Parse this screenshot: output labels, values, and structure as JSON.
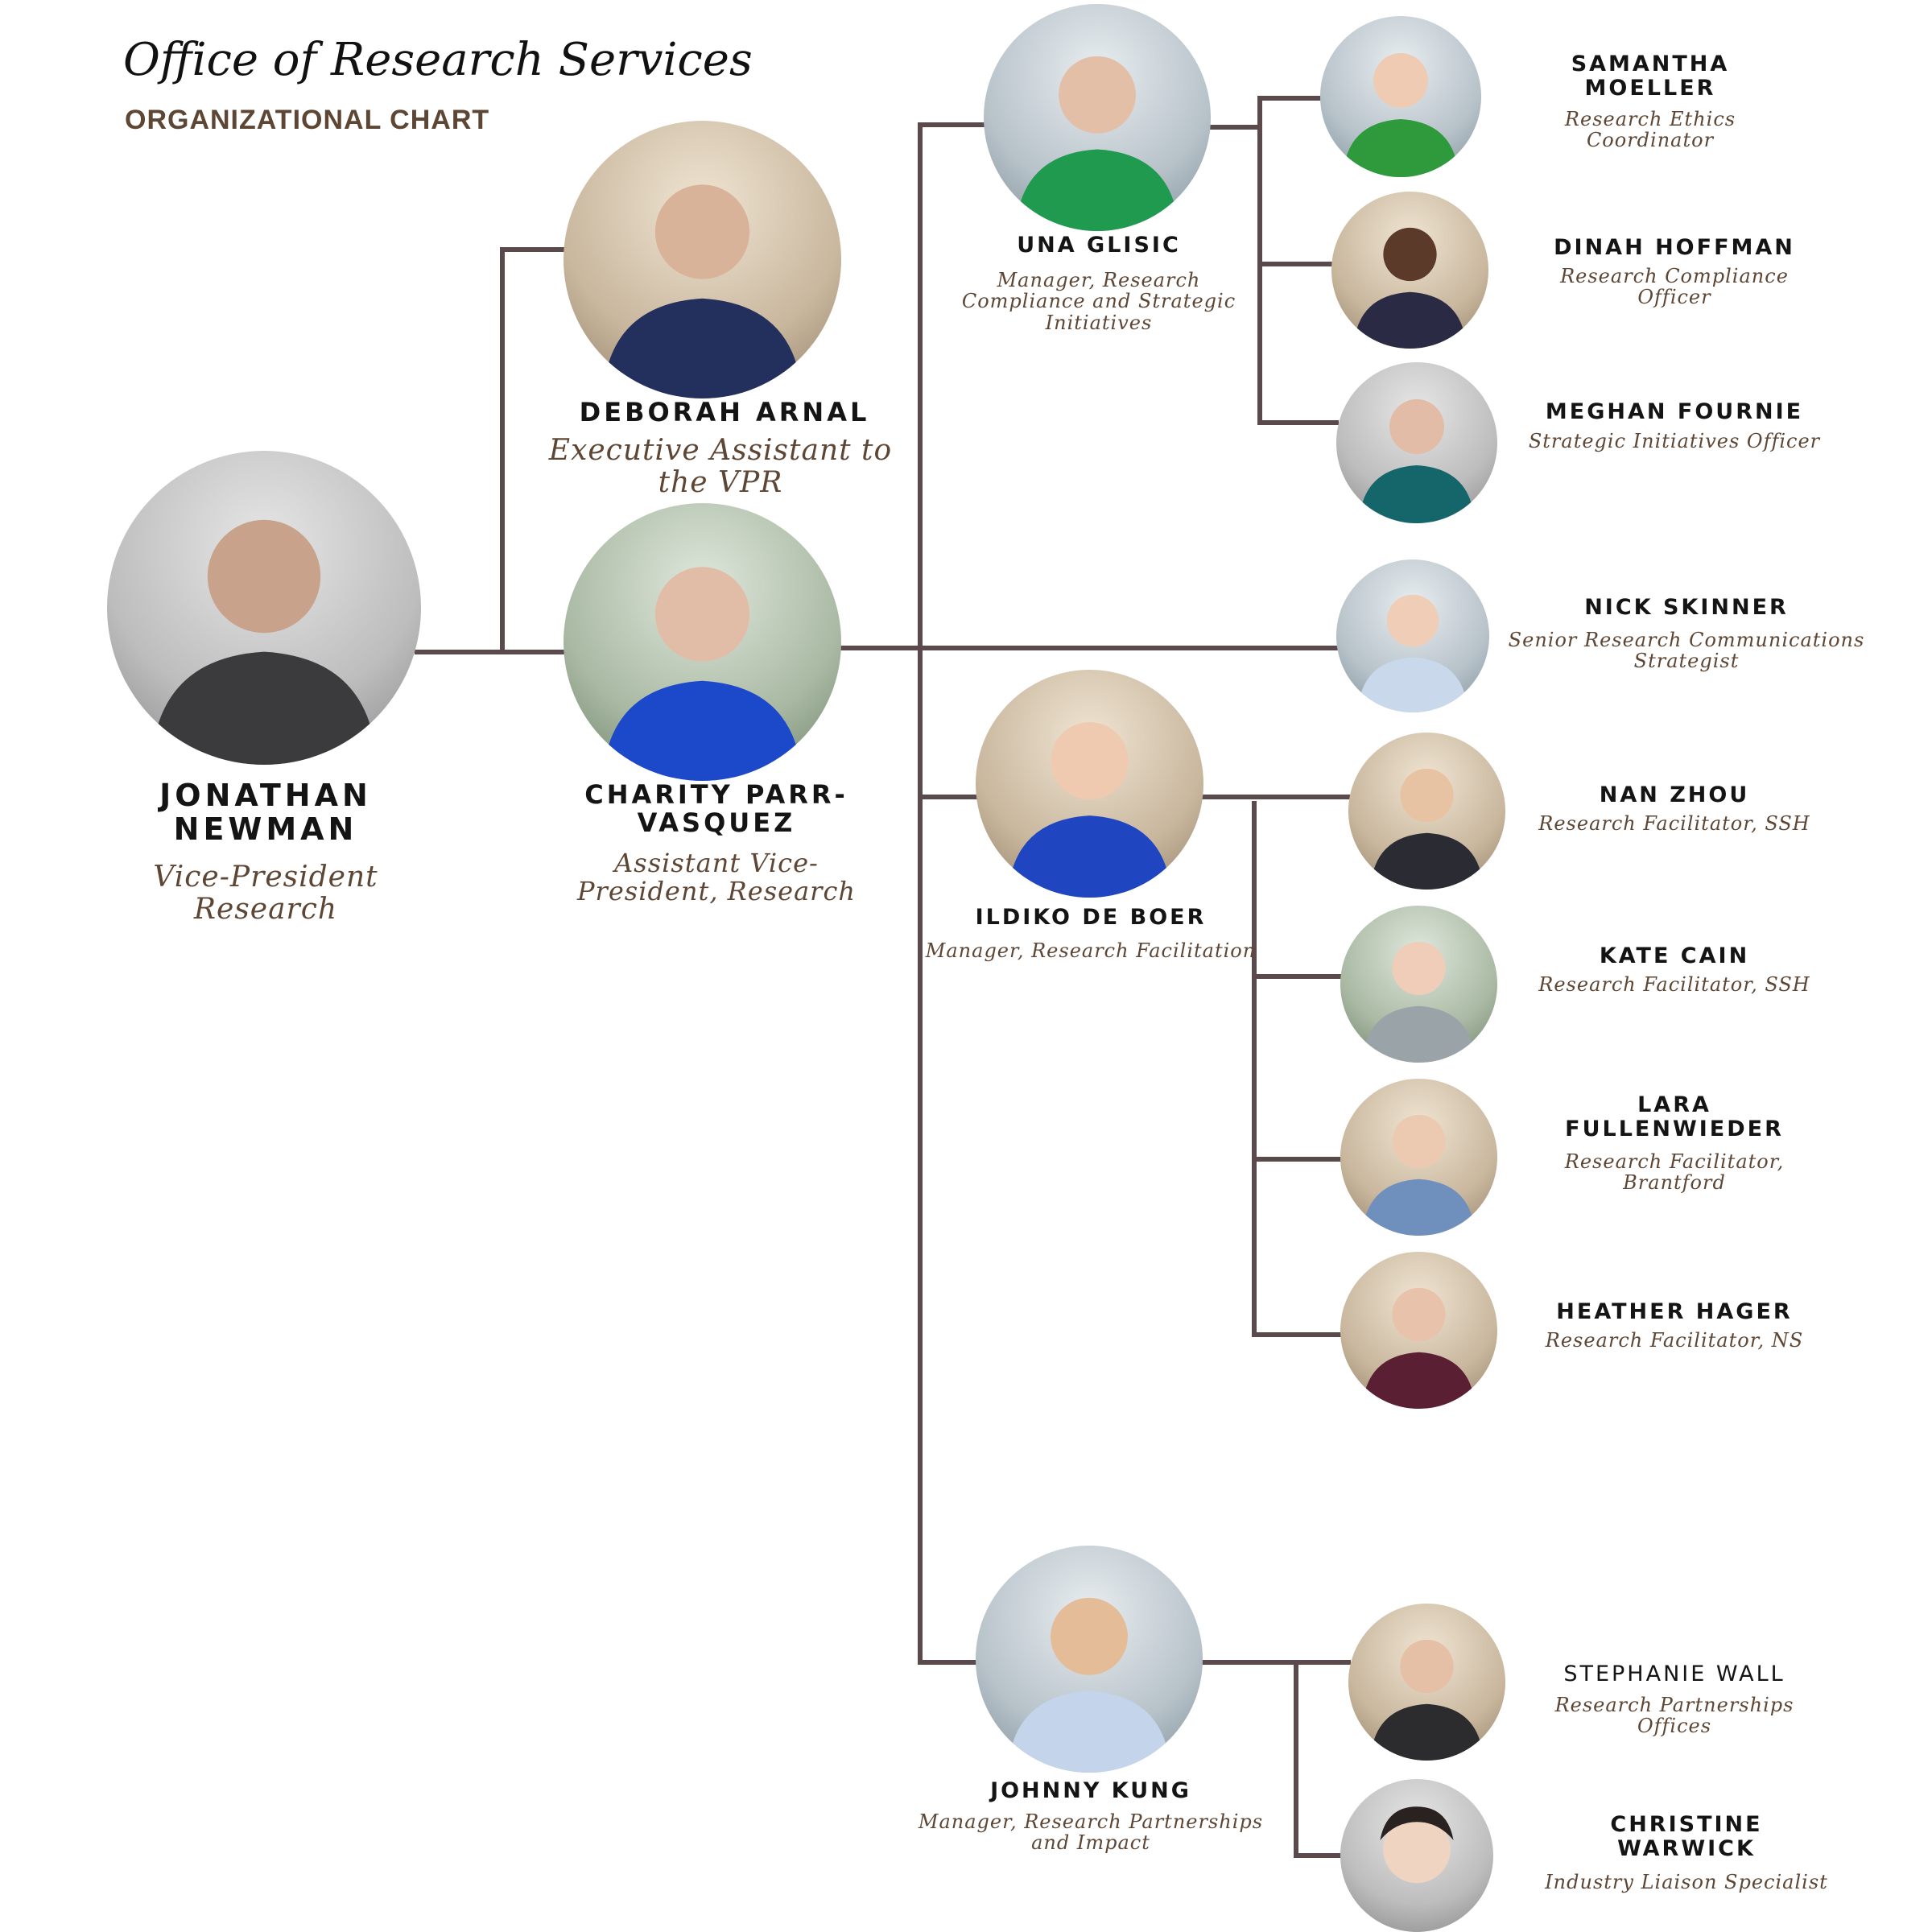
{
  "header": {
    "title": "Office of Research Services",
    "subtitle": "ORGANIZATIONAL CHART"
  },
  "colors": {
    "connector": "#5a4a4c",
    "name_text": "#141414",
    "role_text": "#5e4634"
  },
  "people": [
    {
      "id": "jonathan-newman",
      "name": "JONATHAN NEWMAN",
      "role": "Vice-President Research",
      "icon": "person-photo"
    },
    {
      "id": "deborah-arnal",
      "name": "DEBORAH ARNAL",
      "role": "Executive Assistant to the VPR",
      "icon": "person-photo"
    },
    {
      "id": "charity-parr-vasquez",
      "name": "CHARITY PARR-VASQUEZ",
      "role": "Assistant Vice-President, Research",
      "icon": "person-photo"
    },
    {
      "id": "una-glisic",
      "name": "UNA GLISIC",
      "role": "Manager, Research Compliance and Strategic Initiatives",
      "icon": "person-photo"
    },
    {
      "id": "samantha-moeller",
      "name": "SAMANTHA MOELLER",
      "role": "Research Ethics Coordinator",
      "icon": "person-photo"
    },
    {
      "id": "dinah-hoffman",
      "name": "DINAH HOFFMAN",
      "role": "Research Compliance Officer",
      "icon": "person-photo"
    },
    {
      "id": "meghan-fournie",
      "name": "MEGHAN FOURNIE",
      "role": "Strategic Initiatives Officer",
      "icon": "person-photo"
    },
    {
      "id": "nick-skinner",
      "name": "NICK SKINNER",
      "role": "Senior Research Communications Strategist",
      "icon": "person-photo"
    },
    {
      "id": "ildiko-de-boer",
      "name": "ILDIKO DE BOER",
      "role": "Manager, Research Facilitation",
      "icon": "person-photo"
    },
    {
      "id": "nan-zhou",
      "name": "NAN ZHOU",
      "role": "Research Facilitator, SSH",
      "icon": "person-photo"
    },
    {
      "id": "kate-cain",
      "name": "KATE CAIN",
      "role": "Research Facilitator, SSH",
      "icon": "person-photo"
    },
    {
      "id": "lara-fullenwieder",
      "name": "LARA FULLENWIEDER",
      "role": "Research Facilitator, Brantford",
      "icon": "person-photo"
    },
    {
      "id": "heather-hager",
      "name": "HEATHER HAGER",
      "role": "Research Facilitator, NS",
      "icon": "person-photo"
    },
    {
      "id": "johnny-kung",
      "name": "JOHNNY KUNG",
      "role": "Manager, Research Partnerships and Impact",
      "icon": "person-photo"
    },
    {
      "id": "stephanie-wall",
      "name": "STEPHANIE WALL",
      "role": "Research Partnerships Offices",
      "icon": "person-photo"
    },
    {
      "id": "christine-warwick",
      "name": "CHRISTINE WARWICK",
      "role": "Industry Liaison Specialist",
      "icon": "person-photo"
    }
  ]
}
